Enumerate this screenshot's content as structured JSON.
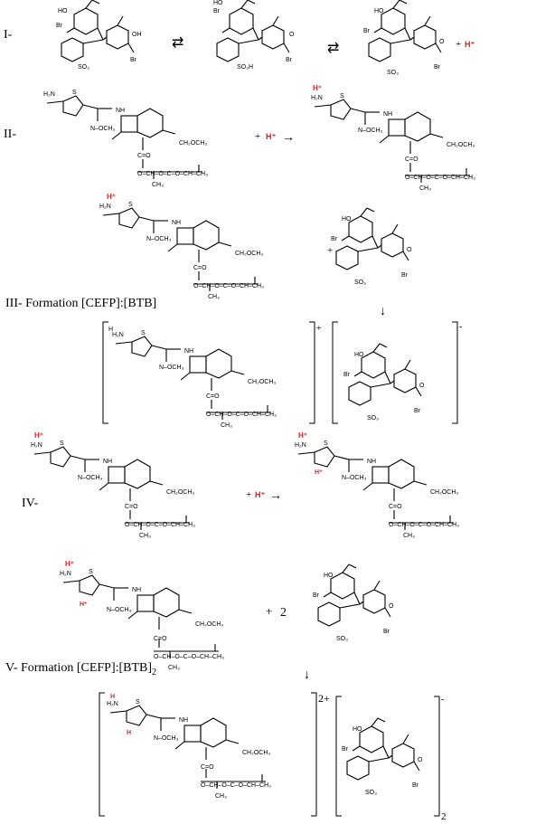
{
  "labels": {
    "step1": "I-",
    "step2": "II-",
    "step3": "III- Formation [CEFP]:[BTB]",
    "step4": "IV-",
    "step5": "V- Formation [CEFP]:[BTB]",
    "step5_sub": "2"
  },
  "atoms": {
    "ho": "HO",
    "oh": "OH",
    "br": "Br",
    "o": "O",
    "h2n": "H₂N",
    "s": "S",
    "n": "N",
    "nh": "NH",
    "noch3": "N–OCH₃",
    "ch2och3": "CH₂OCH₃",
    "ester": "O–CH–O–C–O–CH–CH₃",
    "ch3": "CH₃",
    "co": "C=O",
    "so3": "SO₃",
    "so3h": "SO₃H"
  },
  "symbols": {
    "h_plus": "H⁺",
    "plus": "+",
    "minus": "-",
    "two": "2",
    "two_plus": "2+",
    "sub2": "2",
    "h": "H",
    "arrow_right": "→",
    "arrow_down": "↓",
    "equilibrium": "⇄"
  },
  "colors": {
    "ink": "#000000",
    "proton": "#e0202a"
  }
}
